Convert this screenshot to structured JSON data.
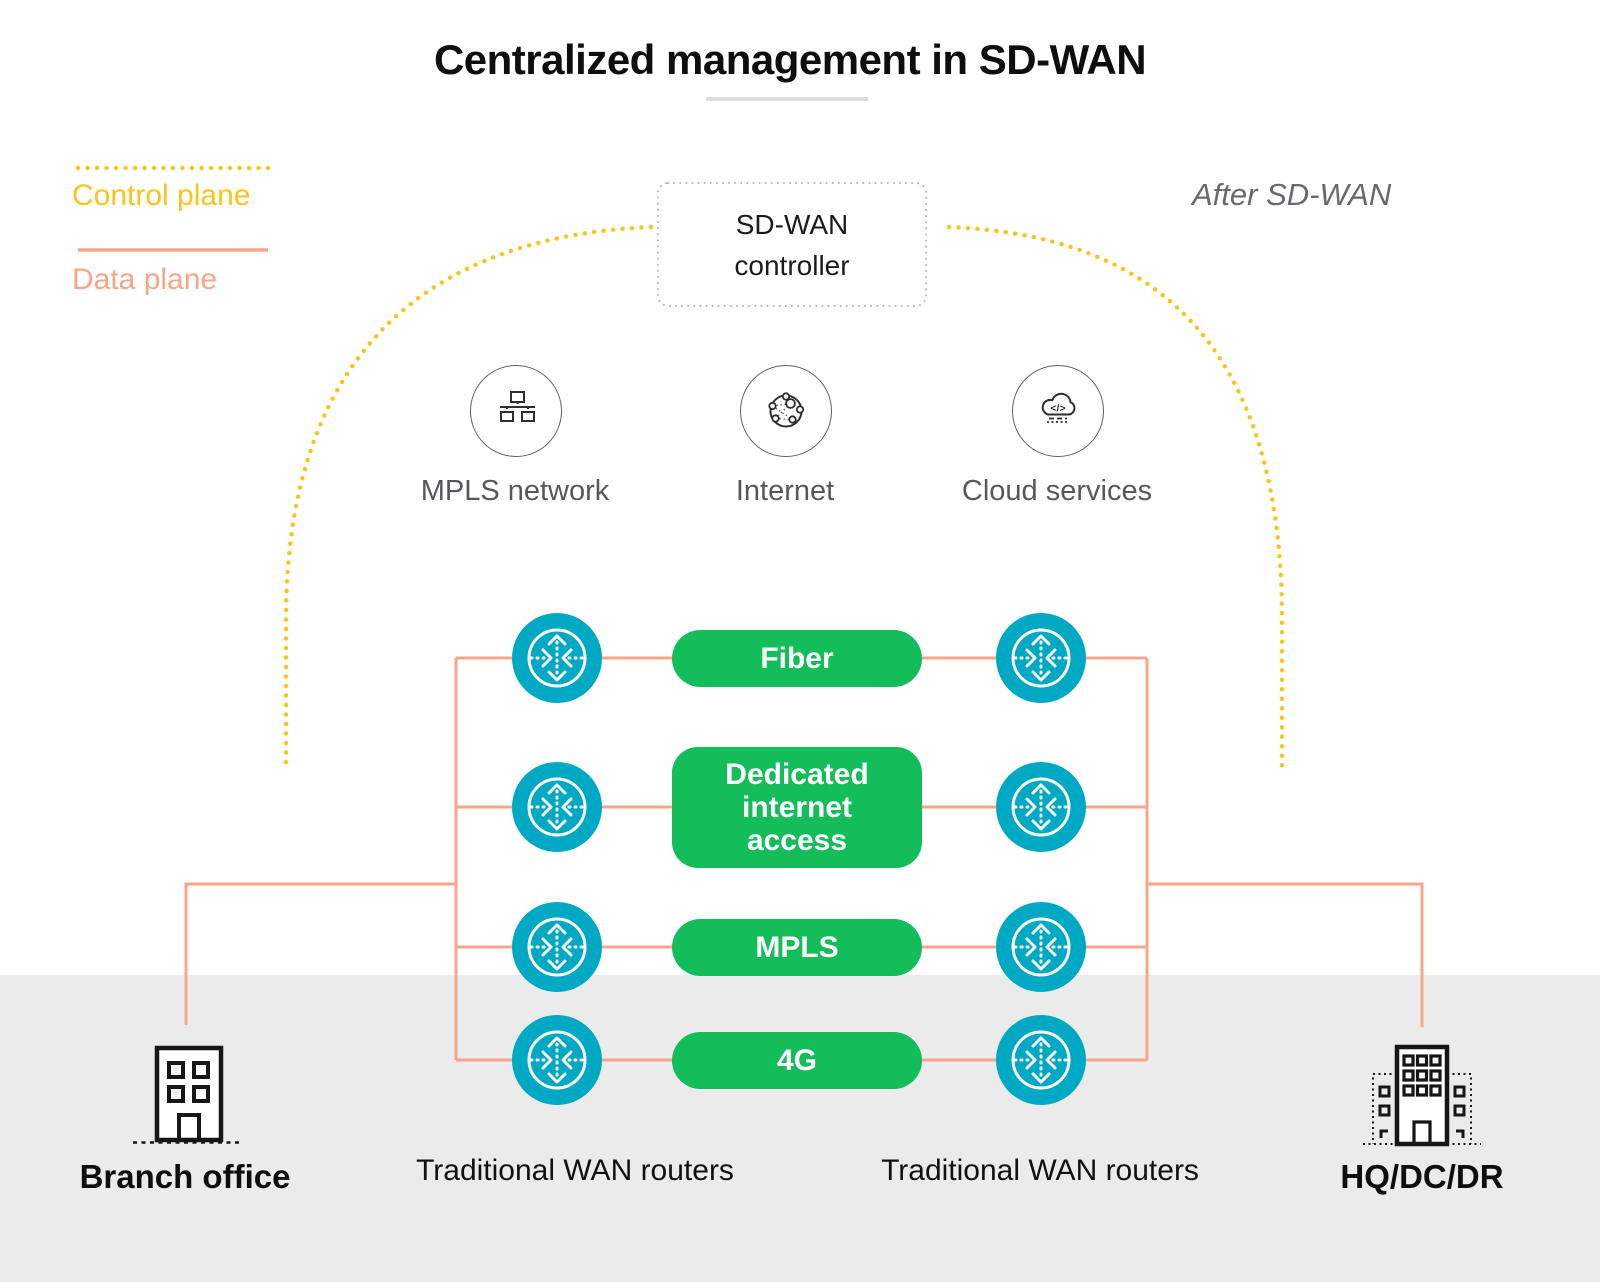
{
  "title": "Centralized management in SD-WAN",
  "annotation": "After SD-WAN",
  "legend": {
    "control_label": "Control plane",
    "data_label": "Data plane"
  },
  "controller": {
    "label": "SD-WAN controller"
  },
  "networks": [
    {
      "label": "MPLS network",
      "icon": "site-topology-icon"
    },
    {
      "label": "Internet",
      "icon": "globe-network-icon"
    },
    {
      "label": "Cloud services",
      "icon": "cloud-code-icon"
    }
  ],
  "links": [
    {
      "label": "Fiber"
    },
    {
      "label": "Dedicated internet access"
    },
    {
      "label": "MPLS"
    },
    {
      "label": "4G"
    }
  ],
  "sites": {
    "branch_label": "Branch office",
    "hq_label": "HQ/DC/DR"
  },
  "router_groups": {
    "left_label": "Traditional WAN routers",
    "right_label": "Traditional WAN routers"
  },
  "icons": {
    "router": "router-icon",
    "branch": "branch-building-icon",
    "hq": "hq-building-icon"
  },
  "colors": {
    "control_plane": "#FBC31B",
    "data_plane": "#F8A58C",
    "link_green": "#12BD5A",
    "router_teal": "#00A9C3",
    "band_gray": "#EBEBEB"
  }
}
